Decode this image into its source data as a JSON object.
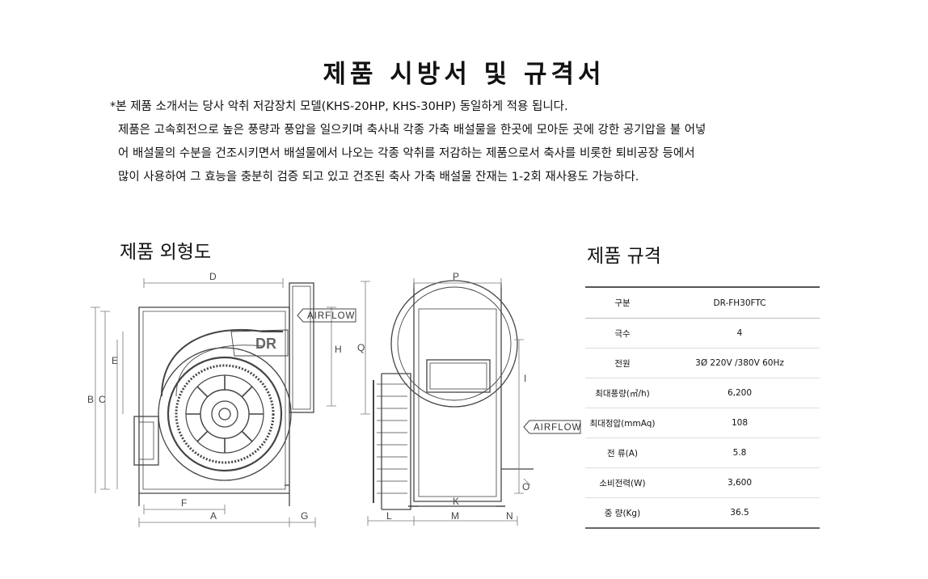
{
  "title": "제품 시방서 및 규격서",
  "intro": {
    "line1": "*본 제품 소개서는 당사 악취 저감장치 모델(KHS-20HP, KHS-30HP) 동일하게 적용 됩니다.",
    "line2": "제품은 고속회전으로 높은 풍량과 풍압을 일으키며 축사내 각종 가축 배설물을 한곳에 모아둔 곳에 강한 공기압을 불  어넣",
    "line3": "어 배설물의 수분을 건조시키면서 배설물에서 나오는 각종 악취를 저감하는 제품으로서 축사를 비롯한 퇴비공장  등에서",
    "line4": "많이 사용하여 그 효능을 충분히 검증 되고 있고 건조된 축사 가축 배설물 잔재는 1-2회 재사용도 가능하다."
  },
  "drawing": {
    "title": "제품 외형도",
    "airflow_label": "AIRFLOW",
    "logo": "DR",
    "dims": {
      "D": "D",
      "E": "E",
      "C": "C",
      "B": "B",
      "H": "H",
      "F": "F",
      "A": "A",
      "G": "G",
      "P": "P",
      "Q": "Q",
      "I": "I",
      "O": "O",
      "K": "K",
      "L": "L",
      "M": "M",
      "N": "N"
    }
  },
  "spec": {
    "title": "제품 규격",
    "rows": [
      {
        "label": "구분",
        "value": "DR-FH30FTC"
      },
      {
        "label": "극수",
        "value": "4"
      },
      {
        "label": "전원",
        "value": "3Ø 220V /380V 60Hz"
      },
      {
        "label": "최대풍량(㎥/h)",
        "value": "6,200"
      },
      {
        "label": "최대정압(mmAq)",
        "value": "108"
      },
      {
        "label": "전 류(A)",
        "value": "5.8"
      },
      {
        "label": "소비전력(W)",
        "value": "3,600"
      },
      {
        "label": "중 량(Kg)",
        "value": "36.5"
      }
    ]
  }
}
